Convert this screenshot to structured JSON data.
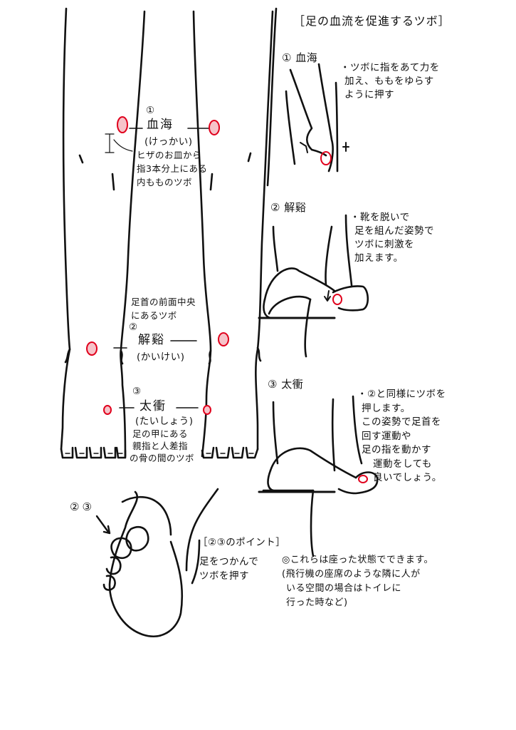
{
  "title": "［足の血流を促進するツボ］",
  "colors": {
    "ink": "#111111",
    "point": "#e0001c",
    "paper": "#ffffff"
  },
  "front_view": {
    "point1": {
      "number": "①",
      "name": "血海",
      "reading": "(けっかい)",
      "description": [
        "ヒザのお皿から",
        "指3本分上にある",
        "内もものツボ"
      ]
    },
    "point2": {
      "intro": [
        "足首の前面中央",
        "にあるツボ"
      ],
      "number": "②",
      "name": "解谿",
      "reading": "(かいけい)"
    },
    "point3": {
      "number": "③",
      "name": "太衝",
      "reading": "(たいしょう)",
      "description": [
        "足の甲にある",
        "親指と人差指",
        "の骨の間のツボ"
      ]
    }
  },
  "side_panels": [
    {
      "number": "①",
      "name": "血海",
      "description": [
        "・ツボに指をあて力を",
        "加え、ももをゆらす",
        "ように押す"
      ]
    },
    {
      "number": "②",
      "name": "解谿",
      "description": [
        "・靴を脱いで",
        "足を組んだ姿勢で",
        "ツボに刺激を",
        "加えます。"
      ]
    },
    {
      "number": "③",
      "name": "太衝",
      "description": [
        "・②と同様にツボを",
        "押します。",
        "この姿勢で足首を",
        "回す運動や",
        "足の指を動かす",
        "運動をしても",
        "良いでしょう。"
      ]
    }
  ],
  "grip_panel": {
    "markers": "②③",
    "heading": "［②③のポイント］",
    "description": [
      "足をつかんで",
      "ツボを押す"
    ]
  },
  "note": [
    "◎これらは座った状態でできます。",
    "(飛行機の座席のような隣に人が",
    "いる空間の場合はトイレに",
    "行った時など)"
  ]
}
